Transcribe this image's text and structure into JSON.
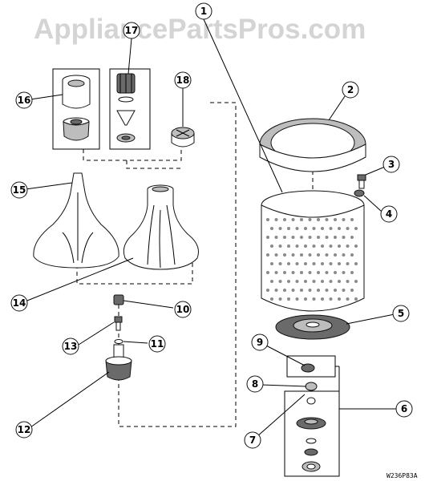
{
  "watermark": "AppliancePartsPros.com",
  "diagram_code": "W236P83A",
  "callouts": {
    "c1": "1",
    "c2": "2",
    "c3": "3",
    "c4": "4",
    "c5": "5",
    "c6": "6",
    "c7": "7",
    "c8": "8",
    "c9": "9",
    "c10": "10",
    "c11": "11",
    "c12": "12",
    "c13": "13",
    "c14": "14",
    "c15": "15",
    "c16": "16",
    "c17": "17",
    "c18": "18"
  },
  "colors": {
    "ink": "#000000",
    "watermark": "#d4d4d4",
    "shading": "#bdbdbd"
  }
}
